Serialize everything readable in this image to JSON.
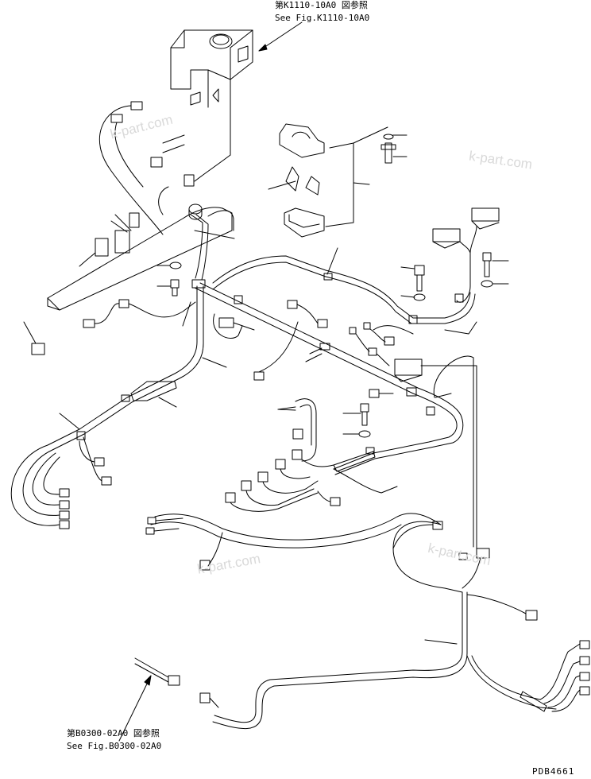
{
  "references": {
    "top": {
      "jp": "第K1110-10A0 図参照",
      "en": "See Fig.K1110-10A0"
    },
    "bottom": {
      "jp": "第B0300-02A0 図参照",
      "en": "See Fig.B0300-02A0"
    }
  },
  "watermark": "k-part.com",
  "drawing_code": "PDB4661",
  "colors": {
    "line": "#000000",
    "watermark": "#d9d9d9",
    "background": "#ffffff"
  }
}
